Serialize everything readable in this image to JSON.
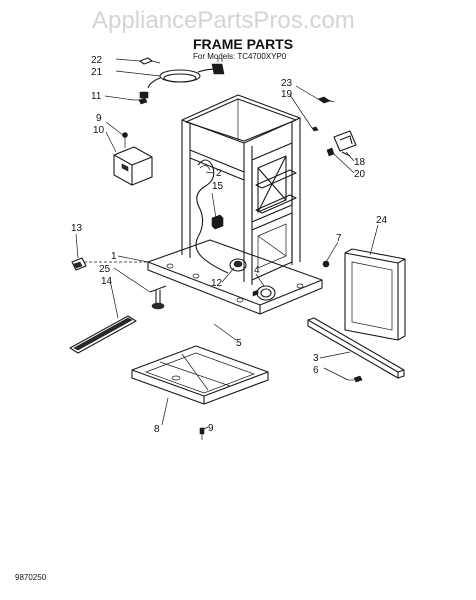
{
  "watermark": "AppliancePartsPros.com",
  "title": "FRAME PARTS",
  "subtitle": "For Models: TC4700XYP0",
  "document_number": "9870250",
  "callouts": [
    "22",
    "21",
    "11",
    "9",
    "10",
    "23",
    "19",
    "2",
    "15",
    "18",
    "20",
    "13",
    "1",
    "25",
    "14",
    "7",
    "24",
    "12",
    "4",
    "5",
    "3",
    "6",
    "8",
    "9"
  ]
}
